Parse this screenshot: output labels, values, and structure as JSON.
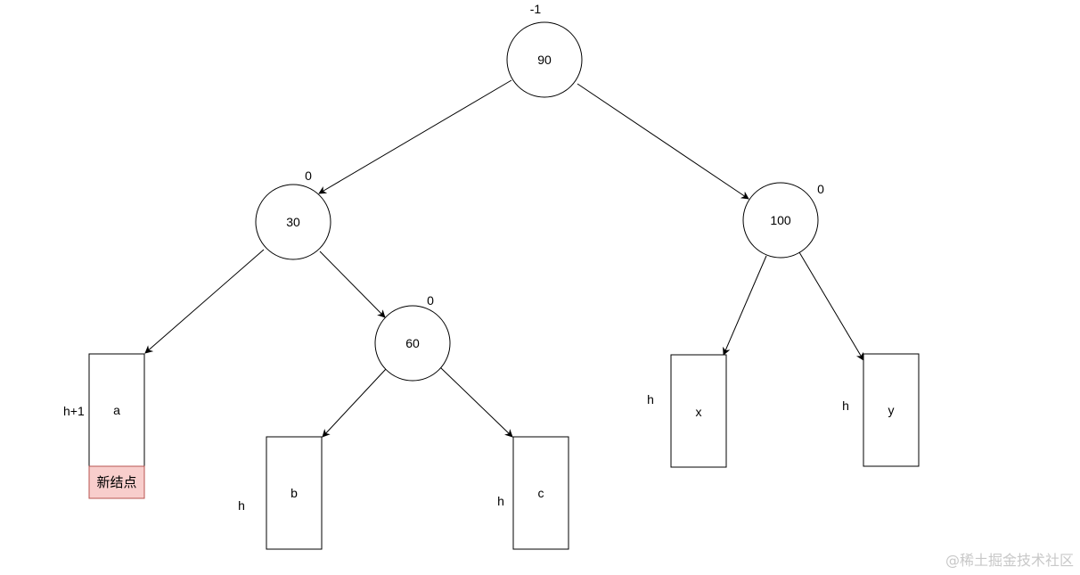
{
  "tree": {
    "nodes": [
      {
        "id": "n90",
        "label": "90",
        "balance": "-1",
        "balance_color": "#000000"
      },
      {
        "id": "n30",
        "label": "30",
        "balance": "0",
        "balance_color": "#e05a5a"
      },
      {
        "id": "n100",
        "label": "100",
        "balance": "0",
        "balance_color": "#000000"
      },
      {
        "id": "n60",
        "label": "60",
        "balance": "0",
        "balance_color": "#e05a5a"
      }
    ],
    "subtrees": [
      {
        "id": "a",
        "label": "a",
        "height": "h+1"
      },
      {
        "id": "b",
        "label": "b",
        "height": "h"
      },
      {
        "id": "c",
        "label": "c",
        "height": "h"
      },
      {
        "id": "x",
        "label": "x",
        "height": "h"
      },
      {
        "id": "y",
        "label": "y",
        "height": "h"
      }
    ],
    "new_node": {
      "label": "新结点",
      "fill": "#f8cecc",
      "stroke": "#b85450"
    }
  },
  "watermark": "@稀土掘金技术社区"
}
